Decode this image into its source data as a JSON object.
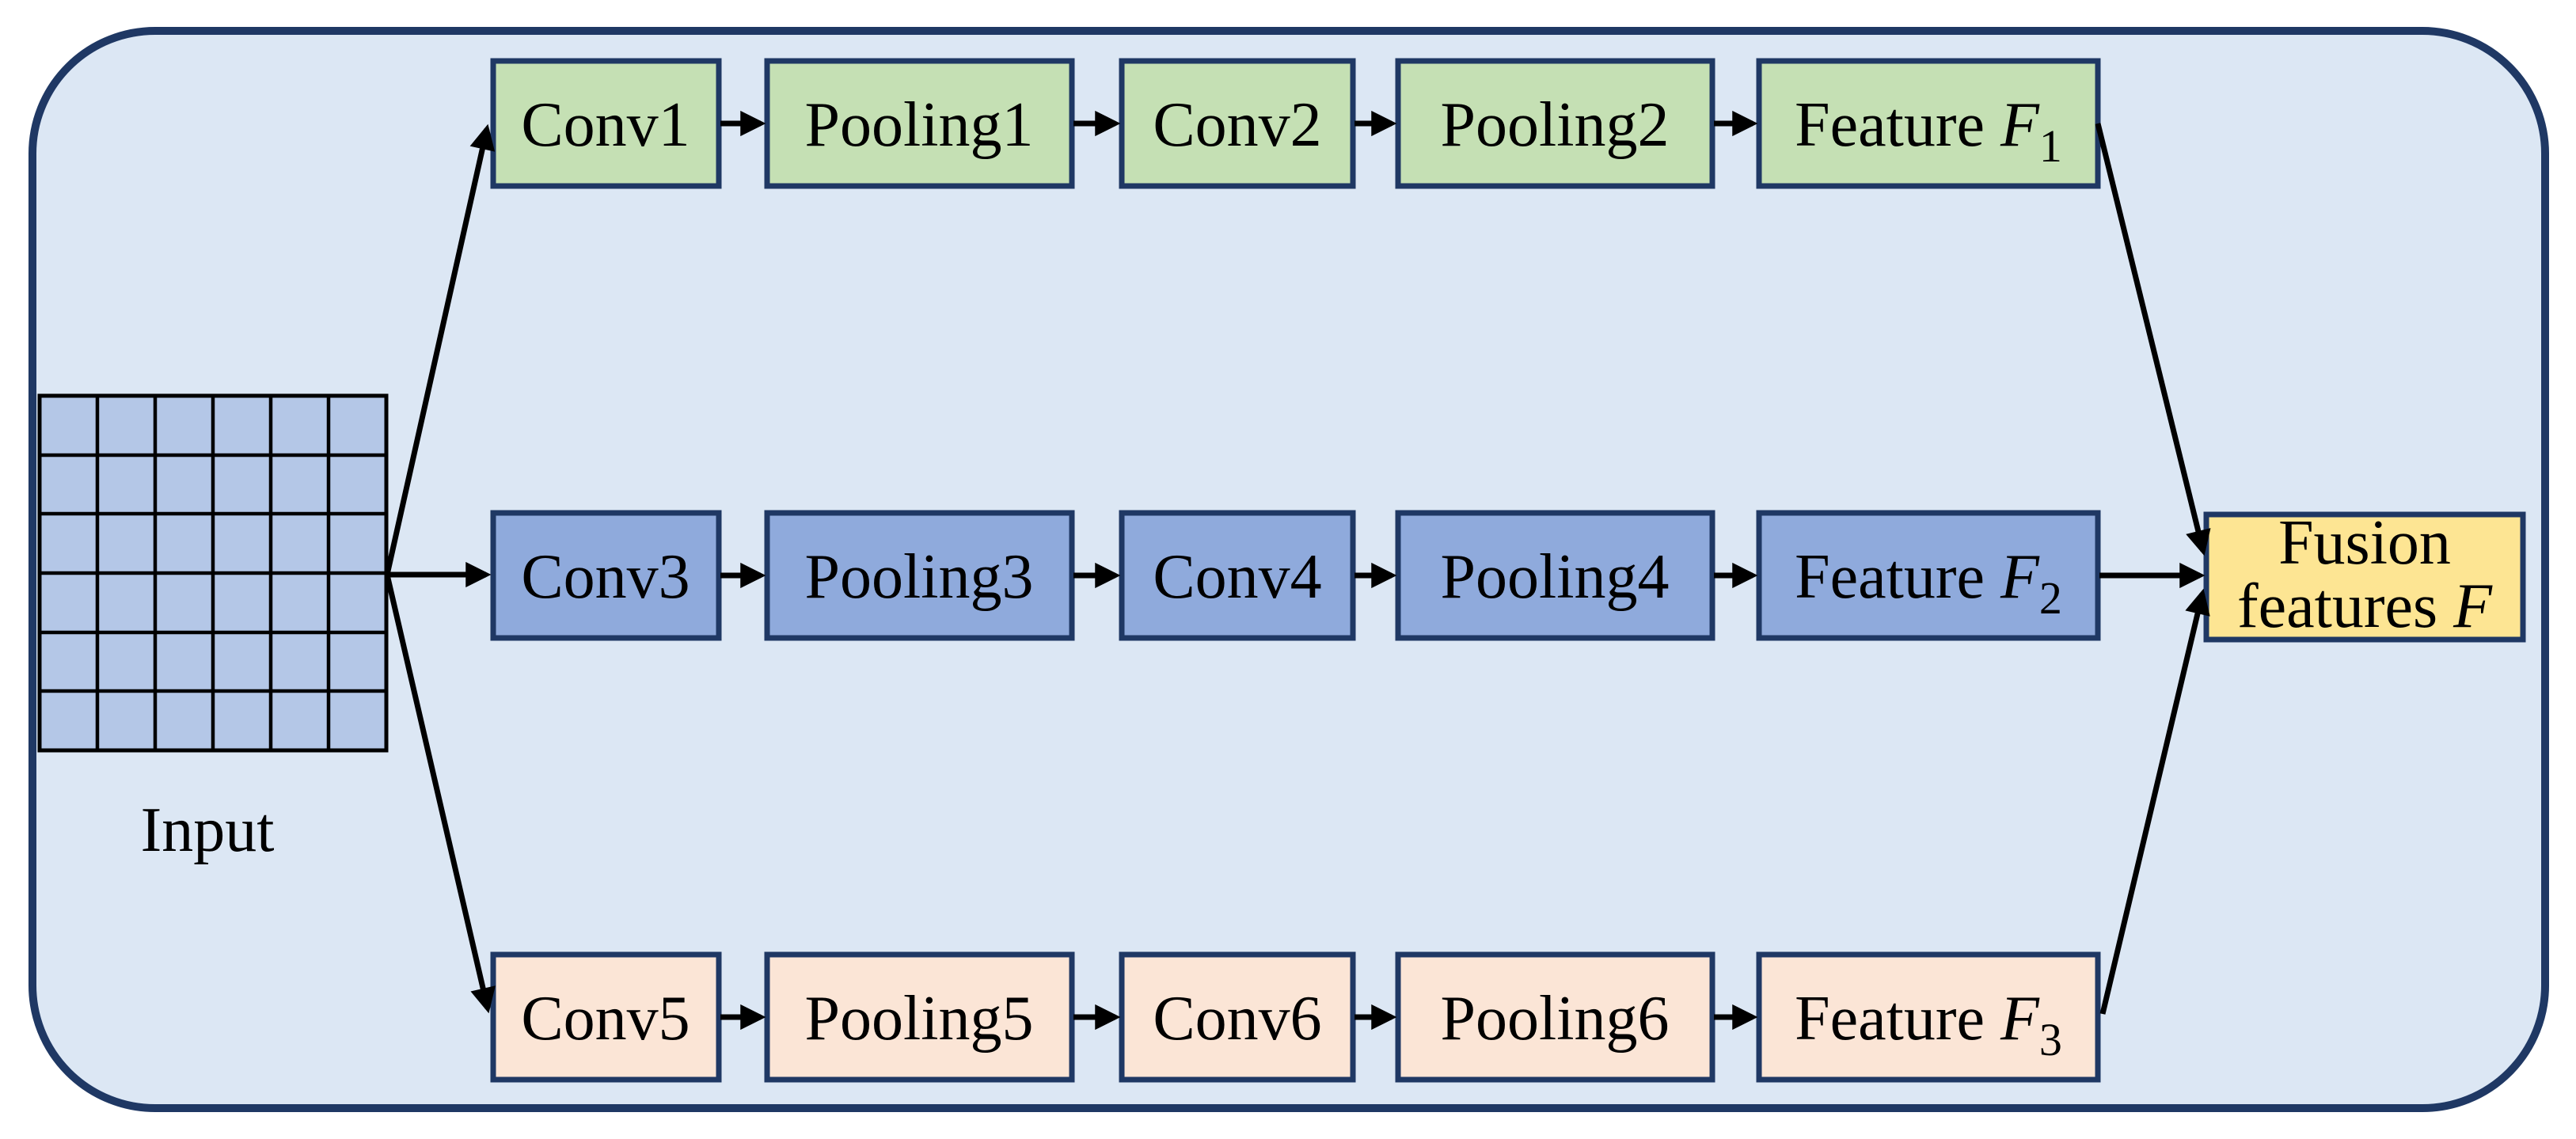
{
  "colors": {
    "page_bg": "#FFFFFF",
    "panel_bg": "#DCE7F4",
    "panel_border": "#1F3864",
    "branch_top_fill": "#C5E0B4",
    "branch_middle_fill": "#8FAADC",
    "branch_bottom_fill": "#FBE5D6",
    "fusion_fill": "#FDE593",
    "input_cell_fill": "#B4C7E7",
    "arrow_color": "#000000"
  },
  "input": {
    "label": "Input",
    "grid_rows": 6,
    "grid_cols": 6
  },
  "branches": [
    {
      "boxes": [
        "Conv1",
        "Pooling1",
        "Conv2",
        "Pooling2"
      ],
      "feature_prefix": "Feature ",
      "feature_symbol": "F",
      "feature_subscript": "1"
    },
    {
      "boxes": [
        "Conv3",
        "Pooling3",
        "Conv4",
        "Pooling4"
      ],
      "feature_prefix": "Feature ",
      "feature_symbol": "F",
      "feature_subscript": "2"
    },
    {
      "boxes": [
        "Conv5",
        "Pooling5",
        "Conv6",
        "Pooling6"
      ],
      "feature_prefix": "Feature ",
      "feature_symbol": "F",
      "feature_subscript": "3"
    }
  ],
  "fusion": {
    "line1": "Fusion",
    "line2_prefix": "features ",
    "symbol": "F"
  }
}
